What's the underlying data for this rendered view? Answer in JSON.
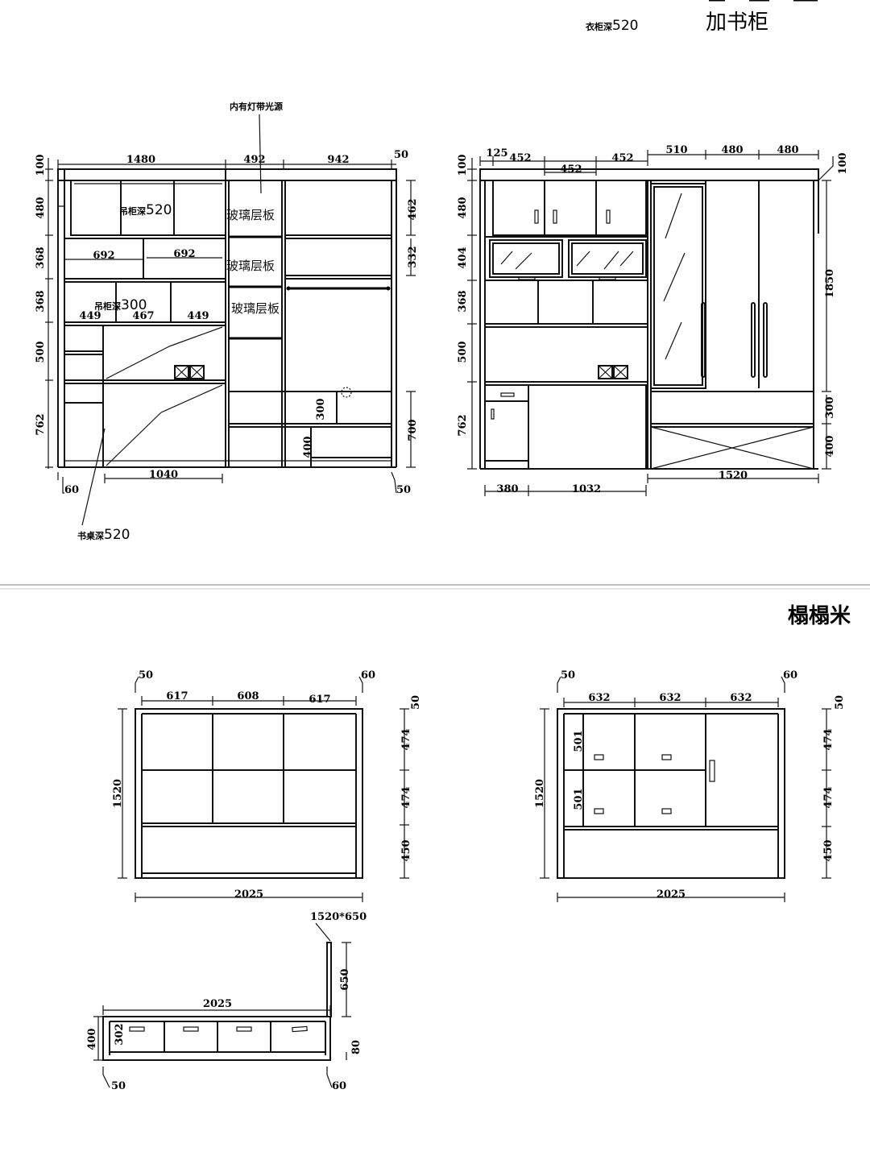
{
  "headers": {
    "title_top": "加书柜",
    "title_tatami": "榻榻米",
    "wardrobe_depth_prefix": "衣柜深",
    "wardrobe_depth_value": "520"
  },
  "notes": {
    "light_source": "内有灯带光源",
    "glass_shelf": "玻璃层板",
    "hanging_depth_prefix": "吊柜深",
    "hanging_depth_value": "520",
    "hanging_depth2_prefix": "吊柜深",
    "hanging_depth2_value": "300",
    "desk_depth_prefix": "书桌深",
    "desk_depth_value": "520",
    "bed_size": "1520*650"
  },
  "dims_left": {
    "w_1480": "1480",
    "w_492": "492",
    "w_942": "942",
    "w_50": "50",
    "h_100": "100",
    "h_480": "480",
    "h_368a": "368",
    "h_368b": "368",
    "h_500": "500",
    "h_762": "762",
    "r_462": "462",
    "r_332": "332",
    "r_700": "700",
    "c_692a": "692",
    "c_692b": "692",
    "c_449a": "449",
    "c_467": "467",
    "c_449b": "449",
    "d_300": "300",
    "d_400": "400",
    "b_1040": "1040",
    "b_60": "60",
    "b_50": "50"
  },
  "dims_right": {
    "w_125": "125",
    "w_452a": "452",
    "w_452b": "452",
    "w_452c": "452",
    "w_510": "510",
    "w_480a": "480",
    "w_480b": "480",
    "r_100": "100",
    "h_100": "100",
    "h_480": "480",
    "h_404": "404",
    "h_368": "368",
    "h_500": "500",
    "h_762": "762",
    "r_1850": "1850",
    "r_300": "300",
    "r_400": "400",
    "b_380": "380",
    "b_1032": "1032",
    "b_1520": "1520"
  },
  "dims_tatami_a": {
    "l_50": "50",
    "r_60": "60",
    "w_617a": "617",
    "w_608": "608",
    "w_617b": "617",
    "h_1520": "1520",
    "r_50": "50",
    "r_474a": "474",
    "r_474b": "474",
    "r_450": "450",
    "b_2025": "2025"
  },
  "dims_tatami_b": {
    "l_50": "50",
    "r_60": "60",
    "w_632a": "632",
    "w_632b": "632",
    "w_632c": "632",
    "h_1520": "1520",
    "r_50": "50",
    "r_474a": "474",
    "r_474b": "474",
    "r_450": "450",
    "d_501a": "501",
    "d_501b": "501",
    "b_2025": "2025"
  },
  "dims_tatami_c": {
    "w_2025": "2025",
    "h_400": "400",
    "d_302": "302",
    "r_650": "650",
    "r_80": "80",
    "b_50": "50",
    "b_60": "60"
  }
}
